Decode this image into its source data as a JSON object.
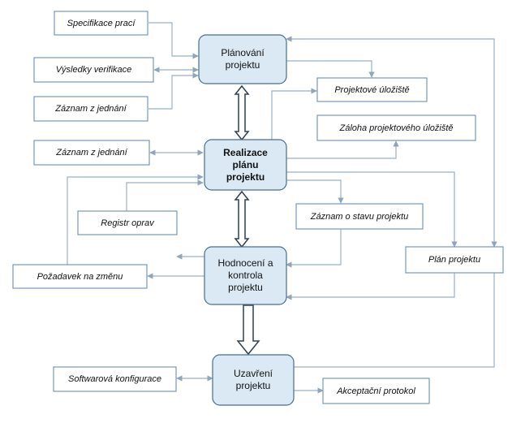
{
  "phases": {
    "planovani": [
      "Plánování",
      "projektu"
    ],
    "realizace": [
      "Realizace",
      "plánu",
      "projektu"
    ],
    "hodnoceni": [
      "Hodnocení a",
      "kontrola",
      "projektu"
    ],
    "uzavreni": [
      "Uzavření",
      "projektu"
    ]
  },
  "documents": {
    "specifikace": "Specifikace prací",
    "vysledky": "Výsledky verifikace",
    "zaznam1": "Záznam z jednání",
    "zaznam2": "Záznam z jednání",
    "registr": "Registr oprav",
    "pozadavek": "Požadavek na změnu",
    "softwarova": "Softwarová konfigurace",
    "uloziste": "Projektové úložiště",
    "zaloha": "Záloha projektového úložiště",
    "stav": "Záznam o stavu projektu",
    "plan": "Plán projektu",
    "akceptacni": "Akceptační protokol"
  },
  "colors": {
    "box_fill": "#dbe9f4",
    "box_stroke": "#4a6d8c",
    "doc_fill": "#ffffff",
    "doc_stroke": "#6a8fb0",
    "line": "#9bb0c6",
    "block_arrow": "#2f4050"
  }
}
